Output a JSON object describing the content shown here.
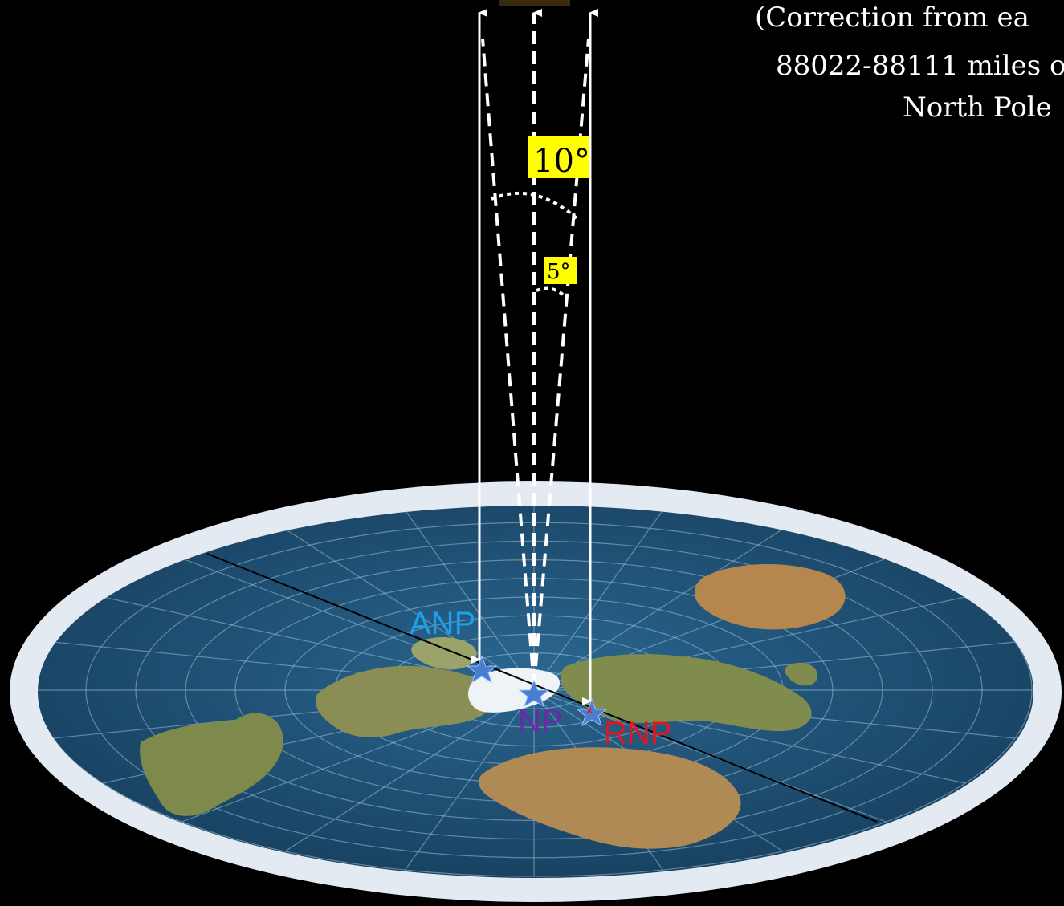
{
  "caption": {
    "line1": "(Correction from ea",
    "line2": "88022-88111 miles o",
    "line3": "North Pole"
  },
  "angles": {
    "outer": "10°",
    "inner": "5°"
  },
  "labels": {
    "anp": "ANP",
    "np": "NP",
    "rnp": "RNP"
  },
  "colors": {
    "background": "#000000",
    "ocean": "#1f4f73",
    "ice_rim": "#dfe6ee",
    "land": "#7a8a4a",
    "anp": "#1ea0e8",
    "np": "#6a2aa8",
    "rnp": "#e8141c",
    "angle_box": "#ffff00",
    "lines": "#ffffff"
  }
}
